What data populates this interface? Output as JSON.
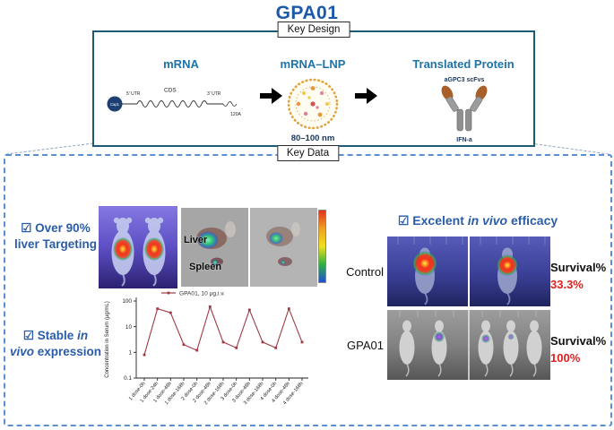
{
  "title": "GPA01",
  "check": "☑",
  "key_design": {
    "label": "Key Design",
    "mrna": {
      "heading": "mRNA",
      "cap": "Cap1",
      "utr5": "5' UTR",
      "cds": "CDS",
      "utr3": "3' UTR",
      "polya": "120A"
    },
    "lnp": {
      "heading": "mRNA–LNP",
      "size": "80–100 nm"
    },
    "protein": {
      "heading": "Translated Protein",
      "scfv": "aGPC3 scFvs",
      "ifn": "IFN-a"
    }
  },
  "key_data": {
    "label": "Key Data",
    "liver": {
      "l1": "Over 90%",
      "l2": "liver Targeting",
      "liver_label": "Liver",
      "spleen_label": "Spleen"
    },
    "expression": {
      "l1a": "Stable ",
      "l1b": "in",
      "l2a": "vivo",
      "l2b": " expression"
    },
    "efficacy": {
      "pre": "Excelent ",
      "it": "in vivo",
      "post": " efficacy",
      "rows": [
        {
          "label": "Control",
          "survival_label": "Survival%",
          "survival_value": "33.3%"
        },
        {
          "label": "GPA01",
          "survival_label": "Survival%",
          "survival_value": "100%"
        }
      ]
    }
  },
  "chart_data": {
    "type": "line",
    "legend": "GPA01, 10 μg,i.v.",
    "ylabel": "Concentration in Serum (μg/mL)",
    "categories": [
      "1 dose-0h",
      "1 dose-24h",
      "1 dose-48h",
      "1 dose-168h",
      "2 dose-0h",
      "2 dose-48h",
      "2 dose-168h",
      "3 dose-0h",
      "3 dose-48h",
      "3 dose-168h",
      "4 dose-0h",
      "4 dose-48h",
      "4 dose-168h"
    ],
    "values": [
      0.8,
      50,
      35,
      2,
      1.2,
      60,
      2.5,
      1.5,
      45,
      2.5,
      1.5,
      50,
      2.5
    ],
    "yticks": [
      0.1,
      1,
      10,
      100
    ],
    "ylim": [
      0.1,
      100
    ],
    "yscale": "log",
    "line_color": "#9e3a44",
    "legend_position": "top",
    "grid": false
  }
}
